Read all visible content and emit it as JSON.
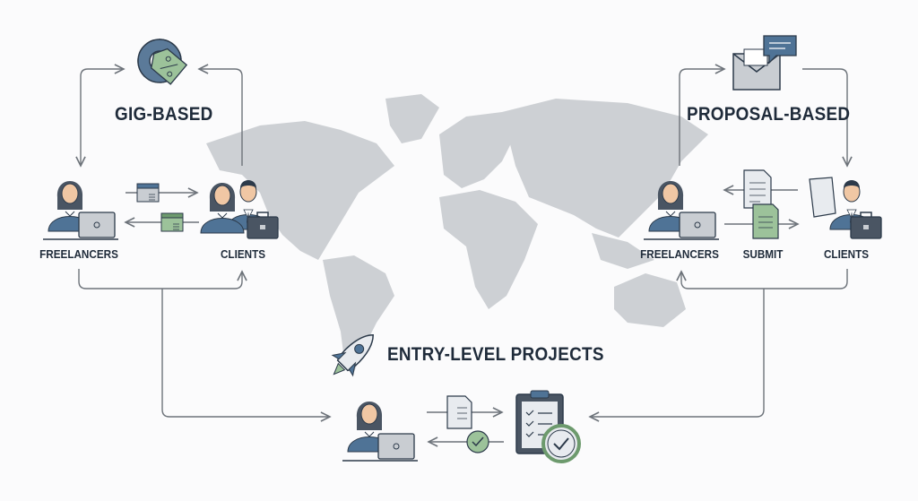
{
  "colors": {
    "map": "#cdd0d4",
    "line": "#6d737a",
    "blue": "#4f7396",
    "green": "#8fb38f",
    "dark": "#2c3a4a",
    "text": "#1f2b3a"
  },
  "gig": {
    "title": "GIG-BASED",
    "freelancers": "FREELANCERS",
    "clients": "CLIENTS",
    "icon": "gear-price-tag-icon"
  },
  "proposal": {
    "title": "PROPOSAL-BASED",
    "freelancers": "FREELANCERS",
    "submit": "SUBMIT",
    "clients": "CLIENTS",
    "icon": "envelope-message-icon"
  },
  "entry": {
    "title": "ENTRY-LEVEL PROJECTS",
    "icon": "rocket-icon"
  }
}
